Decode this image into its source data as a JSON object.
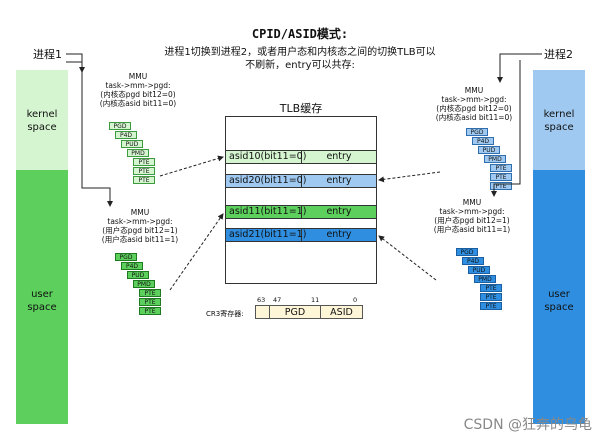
{
  "title": "CPID/ASID模式:",
  "subtitle": "进程1切换到进程2，或者用户态和内核态之间的切换TLB可以不刷新，entry可以共存:",
  "process1": {
    "label": "进程1",
    "kernel_label": "kernel space",
    "user_label": "user space",
    "colors": {
      "kernel": "#d5f5d0",
      "user": "#5ccf5c"
    }
  },
  "process2": {
    "label": "进程2",
    "kernel_label": "kernel space",
    "user_label": "user space",
    "colors": {
      "kernel": "#9fc9f0",
      "user": "#2f8ee0"
    }
  },
  "mmu_blocks": [
    {
      "id": "p1-kernel",
      "lines": [
        "MMU",
        "task->mm->pgd:",
        "(内核态pgd bit12=0)",
        "(内核态asid bit11=0)"
      ]
    },
    {
      "id": "p1-user",
      "lines": [
        "MMU",
        "task->mm->pgd:",
        "(用户态pgd bit12=1)",
        "(用户态asid bit11=1)"
      ]
    },
    {
      "id": "p2-kernel",
      "lines": [
        "MMU",
        "task->mm->pgd:",
        "(内核态pgd bit12=0)",
        "(内核态asid bit11=0)"
      ]
    },
    {
      "id": "p2-user",
      "lines": [
        "MMU",
        "task->mm->pgd:",
        "(用户态pgd bit12=1)",
        "(用户态asid bit11=1)"
      ]
    }
  ],
  "table_stack_labels": [
    "PGD",
    "P4D",
    "PUD",
    "PMD",
    "PTE",
    "PTE",
    "PTE"
  ],
  "tlb": {
    "title": "TLB缓存",
    "rows": [
      {
        "asid": "asid10(bit11=0)",
        "entry": "entry",
        "color": "#d5f5d0"
      },
      {
        "asid": "asid20(bit11=0)",
        "entry": "entry",
        "color": "#9fc9f0"
      },
      {
        "asid": "asid11(bit11=1)",
        "entry": "entry",
        "color": "#5ccf5c"
      },
      {
        "asid": "asid21(bit11=1)",
        "entry": "entry",
        "color": "#2f8ee0"
      }
    ]
  },
  "cr3": {
    "label": "CR3寄存器:",
    "bits": [
      "63",
      "47",
      "11",
      "0"
    ],
    "fields": [
      "PGD",
      "ASID"
    ]
  },
  "watermark": "CSDN @狂奔的乌龟"
}
